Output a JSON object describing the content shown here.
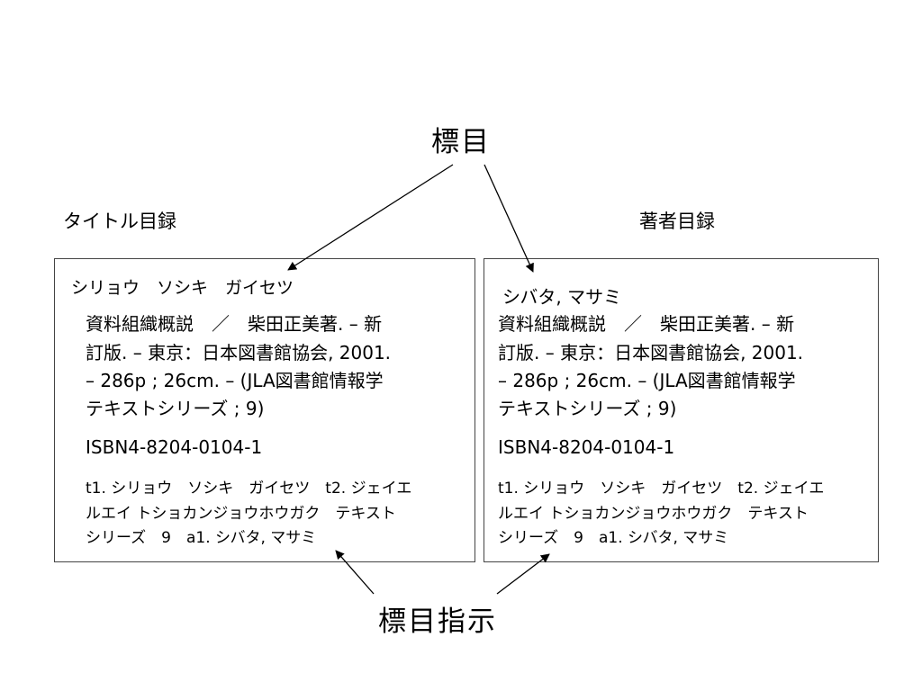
{
  "top_heading": "標目",
  "bottom_heading": "標目指示",
  "title_catalog_label": "タイトル目録",
  "author_catalog_label": "著者目録",
  "title_card": {
    "heading": "シリョウ　ソシキ　ガイセツ",
    "description_lines": [
      "資料組織概説　／　柴田正美著. – 新",
      "訂版. – 東京：日本図書館協会, 2001.",
      "– 286p ; 26cm. – (JLA図書館情報学",
      "テキストシリーズ ; 9)"
    ],
    "isbn": "ISBN4-8204-0104-1",
    "tracing_lines": [
      "t1. シリョウ　ソシキ　ガイセツ　t2. ジェイエ",
      "ルエイ トショカンジョウホウガク　テキスト",
      "シリーズ　9　a1. シバタ, マサミ"
    ]
  },
  "author_card": {
    "heading": "シバタ, マサミ",
    "description_lines": [
      "資料組織概説　／　柴田正美著. – 新",
      "訂版. – 東京：日本図書館協会, 2001.",
      "– 286p ; 26cm. – (JLA図書館情報学",
      "テキストシリーズ ; 9)"
    ],
    "isbn": "ISBN4-8204-0104-1",
    "tracing_lines": [
      "t1. シリョウ　ソシキ　ガイセツ　t2. ジェイエ",
      "ルエイ トショカンジョウホウガク　テキスト",
      "シリーズ　9　a1. シバタ, マサミ"
    ]
  }
}
